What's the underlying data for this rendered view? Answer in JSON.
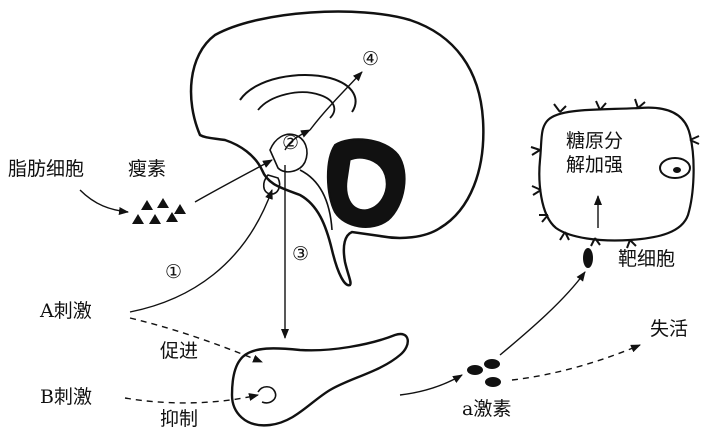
{
  "labels": {
    "adipocyte": "脂肪细胞",
    "leptin": "瘦素",
    "stimulus_a": "A刺激",
    "stimulus_b": "B刺激",
    "promote": "促进",
    "inhibit": "抑制",
    "hormone_a": "a激素",
    "inactivate": "失活",
    "target_cell": "靶细胞",
    "glycogenolysis_line1": "糖原分",
    "glycogenolysis_line2": "解加强"
  },
  "markers": {
    "m1": "①",
    "m2": "②",
    "m3": "③",
    "m4": "④"
  },
  "colors": {
    "ink": "#111111",
    "background": "#ffffff"
  }
}
